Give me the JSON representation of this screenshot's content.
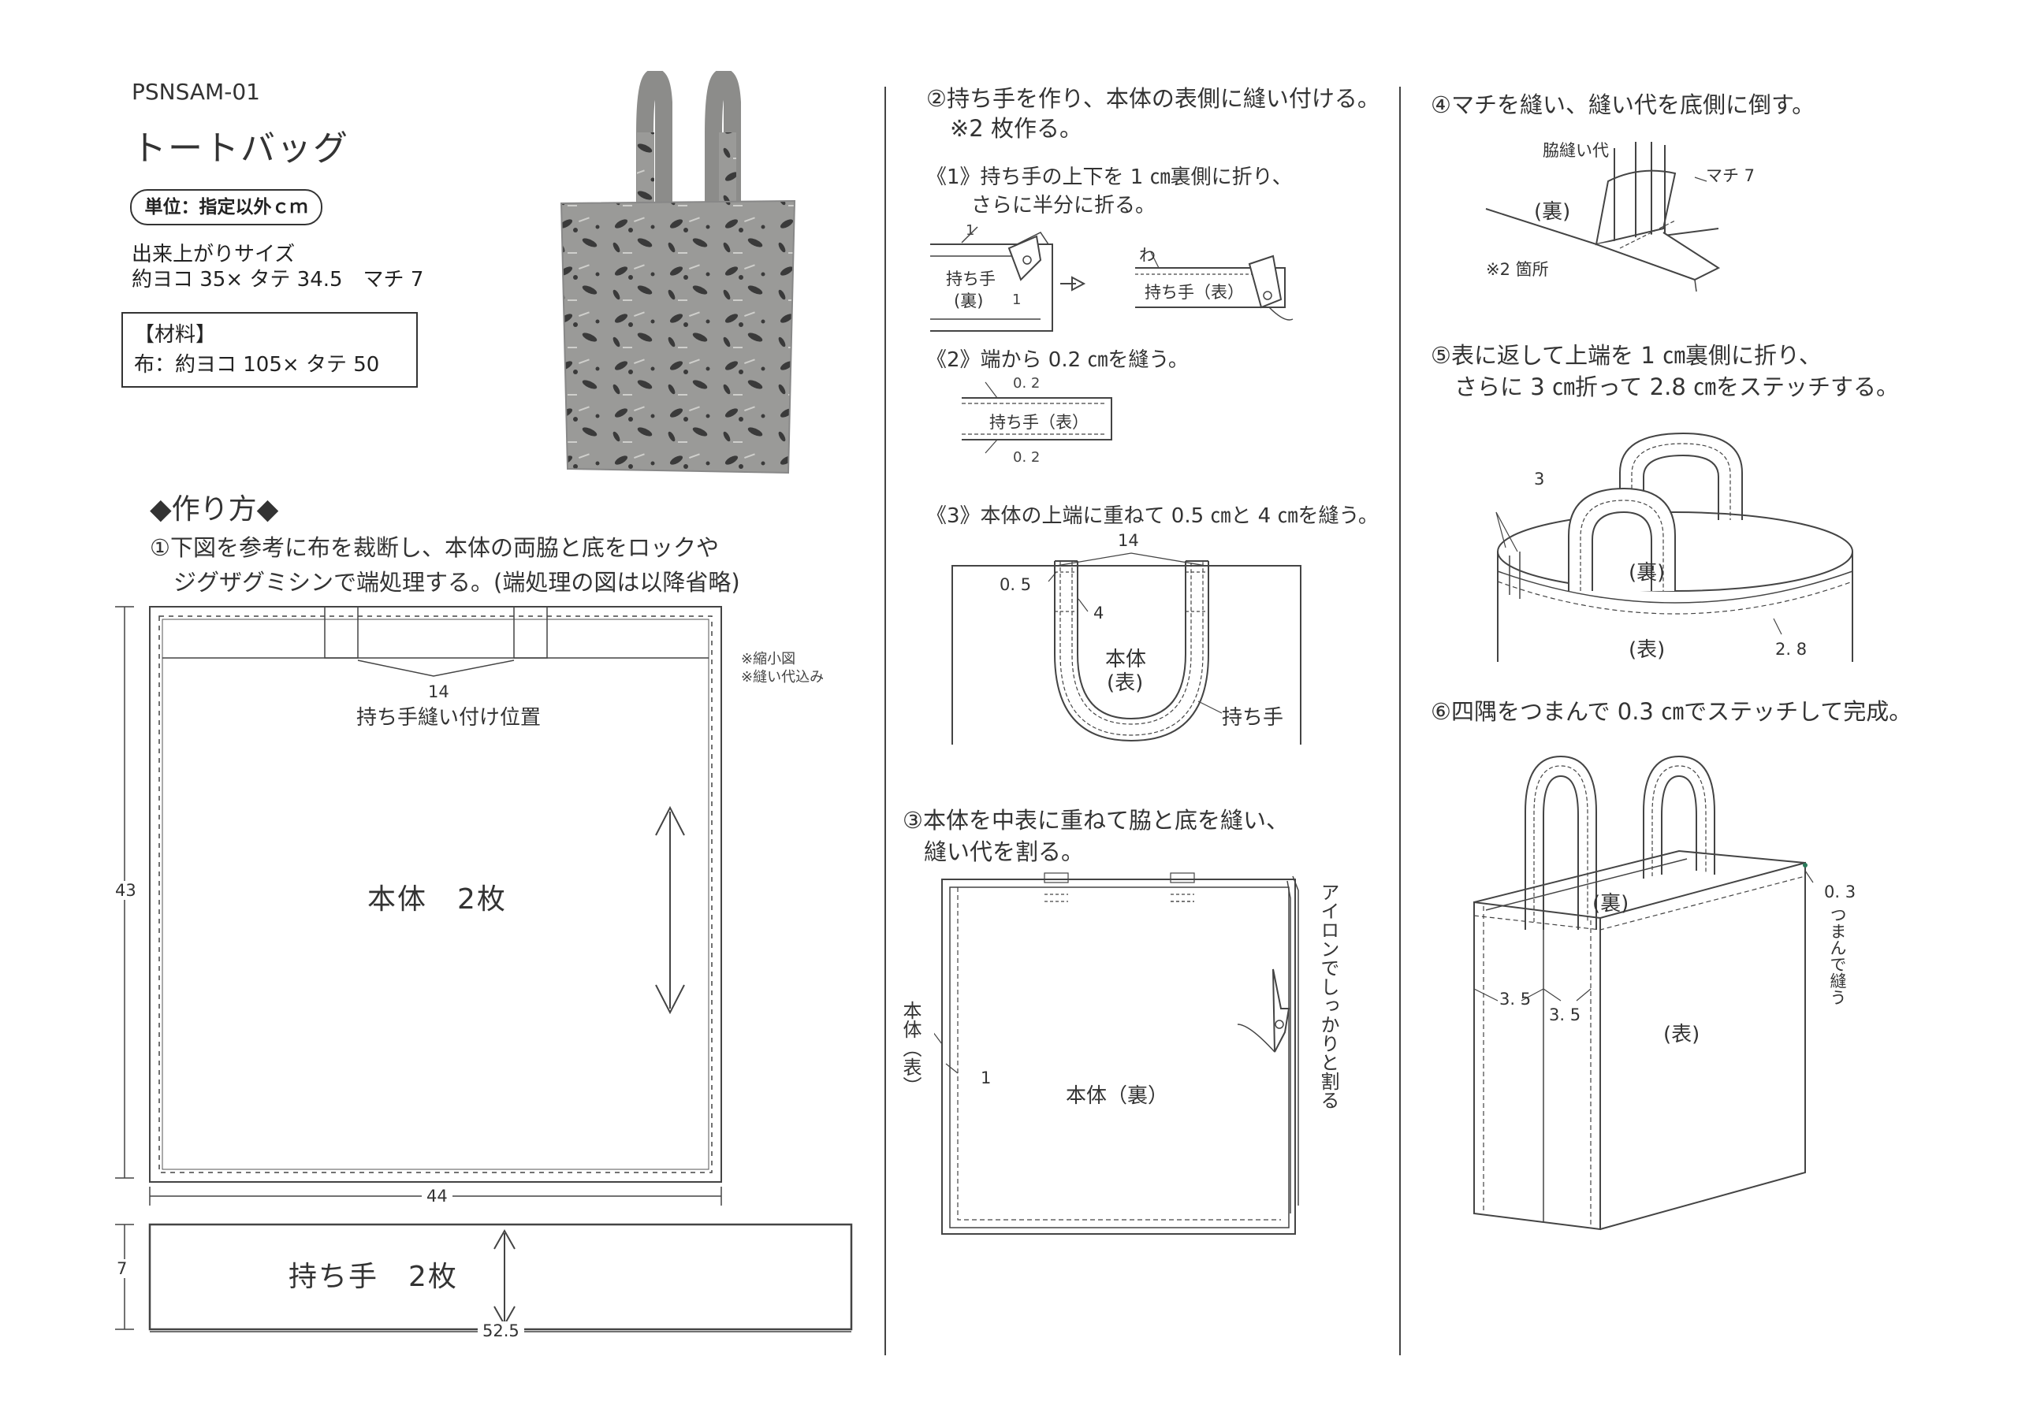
{
  "header": {
    "code": "PSNSAM-01",
    "title": "トートバッグ",
    "unit_badge": "単位：指定以外ｃｍ",
    "finish_label": "出来上がりサイズ",
    "finish_size": "約ヨコ 35× タテ 34.5　マチ 7",
    "materials_title": "【材料】",
    "materials_fabric": "布：約ヨコ 105× タテ 50"
  },
  "method": {
    "heading": "◆作り方◆",
    "step1_line1": "①下図を参考に布を裁断し、本体の両脇と底をロックや",
    "step1_line2": "ジグザグミシンで端処理する。(端処理の図は以降省略)"
  },
  "pattern": {
    "note1": "※縮小図",
    "note2": "※縫い代込み",
    "handle_width": "14",
    "handle_position": "持ち手縫い付け位置",
    "body_label": "本体　2枚",
    "height": "43",
    "width": "44",
    "strap_label": "持ち手　2枚",
    "strap_height": "7",
    "strap_width": "52.5"
  },
  "step2": {
    "line1": "②持ち手を作り、本体の表側に縫い付ける。",
    "line2": "※2 枚作る。",
    "sub1_line1": "《1》持ち手の上下を 1 ㎝裏側に折り、",
    "sub1_line2": "さらに半分に折る。",
    "sub1_fold": "1",
    "sub1_fold2": "1",
    "sub1_strap_a": "持ち手",
    "sub1_strap_b": "(裏)",
    "sub1_wa": "わ",
    "sub1_strap_front": "持ち手（表）",
    "sub2": "《2》端から 0.2 ㎝を縫う。",
    "sub2_top": "0. 2",
    "sub2_bottom": "0. 2",
    "sub2_strap": "持ち手（表）",
    "sub3": "《3》本体の上端に重ねて 0.5 ㎝と 4 ㎝を縫う。",
    "sub3_width": "14",
    "sub3_half": "0. 5",
    "sub3_four": "4",
    "sub3_body": "本体",
    "sub3_body_side": "(表)",
    "sub3_handle": "持ち手"
  },
  "step3": {
    "line1": "③本体を中表に重ねて脇と底を縫い、",
    "line2": "縫い代を割る。",
    "iron_note": "アイロンでしっかりと割る",
    "body_front": "本体（表）",
    "seam": "1",
    "body_back": "本体（裏）"
  },
  "step4": {
    "line1": "④マチを縫い、縫い代を底側に倒す。",
    "side_seam": "脇縫い代",
    "gusset": "マチ 7",
    "inside": "(裏)",
    "two_places": "※2 箇所"
  },
  "step5": {
    "line1": "⑤表に返して上端を 1 ㎝裏側に折り、",
    "line2": "さらに 3 ㎝折って 2.8 ㎝をステッチする。",
    "fold3": "3",
    "inside": "(裏)",
    "outside": "(表)",
    "stitch": "2. 8"
  },
  "step6": {
    "line1": "⑥四隅をつまんで 0.3 ㎝でステッチして完成。",
    "inside": "(裏)",
    "pinch_value": "0. 3",
    "pinch_note": "つまんで縫う",
    "side_a": "3. 5",
    "side_b": "3. 5",
    "outside": "(表)"
  }
}
